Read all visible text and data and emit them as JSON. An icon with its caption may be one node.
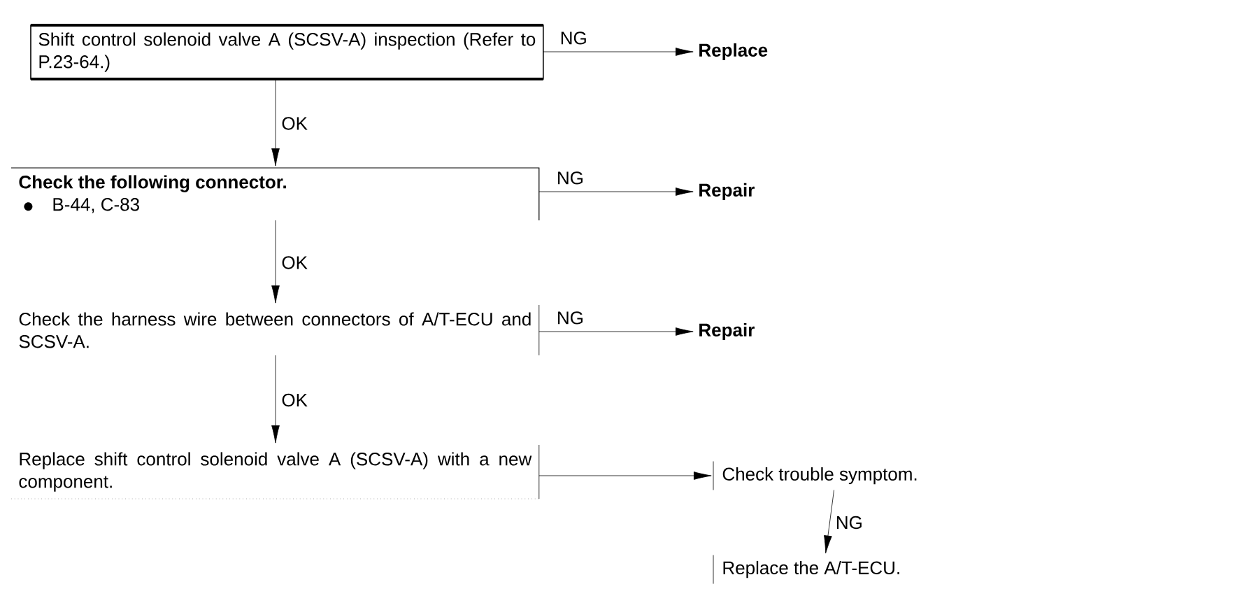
{
  "diagram": {
    "nodes": [
      {
        "text": [
          "Shift control solenoid valve A (SCSV-A) inspection (Refer to P.23-64.)"
        ]
      },
      {
        "text": [
          "Check the following connector.",
          "B-44, C-83"
        ]
      },
      {
        "text": [
          "Check the harness wire between connectors of A/T-ECU and SCSV-A."
        ]
      },
      {
        "text": [
          "Replace shift control solenoid valve A (SCSV-A) with a new component."
        ]
      },
      {
        "text": [
          "Replace"
        ]
      },
      {
        "text": [
          "Repair"
        ]
      },
      {
        "text": [
          "Repair"
        ]
      },
      {
        "text": [
          "Check trouble symptom."
        ]
      },
      {
        "text": [
          "Replace the A/T-ECU."
        ]
      }
    ],
    "edges": [
      {
        "from": 0,
        "to": 1,
        "arrow": "to",
        "label": "OK"
      },
      {
        "from": 1,
        "to": 2,
        "arrow": "to",
        "label": "OK"
      },
      {
        "from": 2,
        "to": 3,
        "arrow": "to",
        "label": "OK"
      },
      {
        "from": 0,
        "to": 4,
        "arrow": "to",
        "label": "NG"
      },
      {
        "from": 1,
        "to": 5,
        "arrow": "to",
        "label": "NG"
      },
      {
        "from": 2,
        "to": 6,
        "arrow": "to",
        "label": "NG"
      },
      {
        "from": 3,
        "to": 7,
        "arrow": "to"
      },
      {
        "from": 7,
        "to": 8,
        "arrow": "to",
        "label": "NG"
      }
    ]
  }
}
